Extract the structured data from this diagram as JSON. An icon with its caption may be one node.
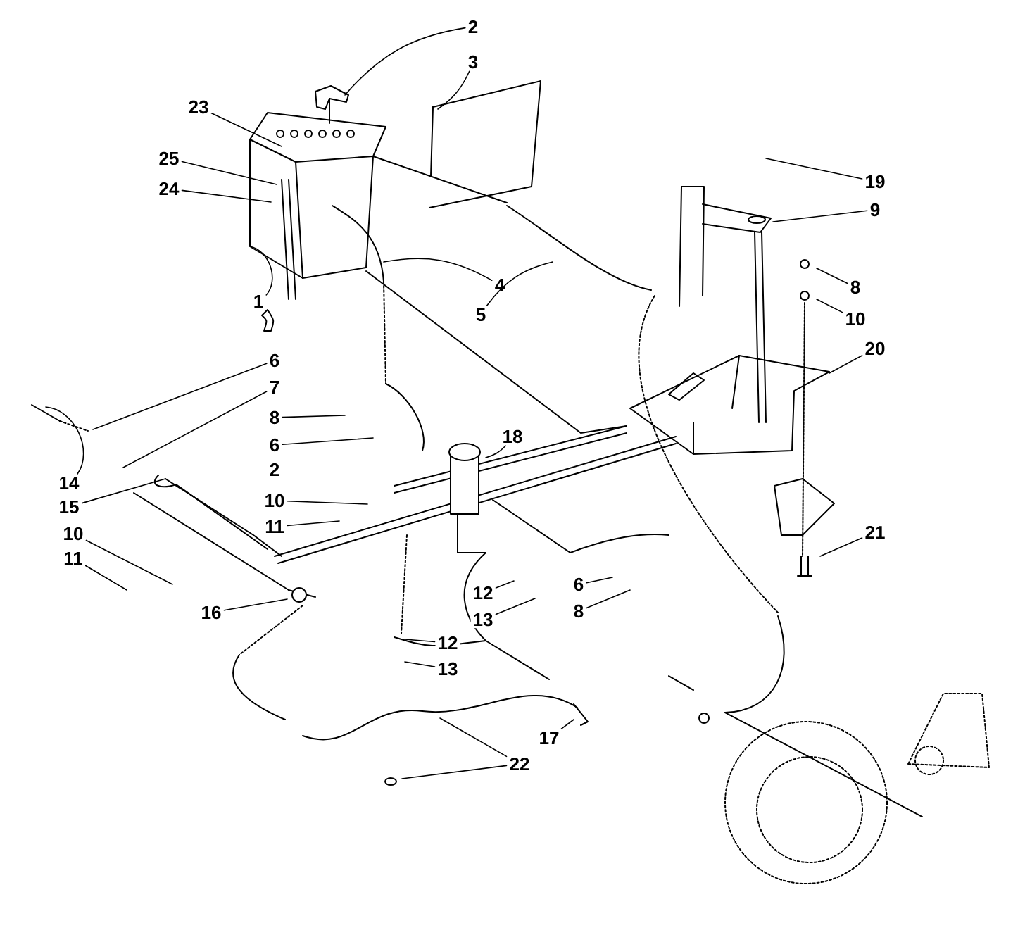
{
  "diagram": {
    "nodes": [
      {
        "text": [
          "2"
        ]
      },
      {
        "text": [
          "3"
        ]
      },
      {
        "text": [
          "23"
        ]
      },
      {
        "text": [
          "25"
        ]
      },
      {
        "text": [
          "19"
        ]
      },
      {
        "text": [
          "24"
        ]
      },
      {
        "text": [
          "9"
        ]
      },
      {
        "text": [
          "4"
        ]
      },
      {
        "text": [
          "8"
        ]
      },
      {
        "text": [
          "1"
        ]
      },
      {
        "text": [
          "5"
        ]
      },
      {
        "text": [
          "10"
        ]
      },
      {
        "text": [
          "20"
        ]
      },
      {
        "text": [
          "6"
        ]
      },
      {
        "text": [
          "7"
        ]
      },
      {
        "text": [
          "8"
        ]
      },
      {
        "text": [
          "18"
        ]
      },
      {
        "text": [
          "6"
        ]
      },
      {
        "text": [
          "14"
        ]
      },
      {
        "text": [
          "10"
        ]
      },
      {
        "text": [
          "15"
        ]
      },
      {
        "text": [
          "11"
        ]
      },
      {
        "text": [
          "21"
        ]
      },
      {
        "text": [
          "10"
        ]
      },
      {
        "text": [
          "11"
        ]
      },
      {
        "text": [
          "6"
        ]
      },
      {
        "text": [
          "12"
        ]
      },
      {
        "text": [
          "16"
        ]
      },
      {
        "text": [
          "8"
        ]
      },
      {
        "text": [
          "13"
        ]
      },
      {
        "text": [
          "12"
        ]
      },
      {
        "text": [
          "13"
        ]
      },
      {
        "text": [
          "17"
        ]
      },
      {
        "text": [
          "22"
        ]
      }
    ],
    "edges": [
      {
        "from": 0,
        "to": null,
        "arrow": "none"
      },
      {
        "from": 1,
        "to": null,
        "arrow": "none"
      },
      {
        "from": 2,
        "to": null,
        "arrow": "none"
      },
      {
        "from": 3,
        "to": null,
        "arrow": "none"
      },
      {
        "from": 4,
        "to": null,
        "arrow": "none"
      },
      {
        "from": 5,
        "to": null,
        "arrow": "none"
      },
      {
        "from": 6,
        "to": null,
        "arrow": "none"
      },
      {
        "from": 7,
        "to": null,
        "arrow": "none"
      },
      {
        "from": 8,
        "to": null,
        "arrow": "none"
      },
      {
        "from": 9,
        "to": null,
        "arrow": "none"
      },
      {
        "from": 10,
        "to": null,
        "arrow": "none"
      },
      {
        "from": 11,
        "to": null,
        "arrow": "none"
      },
      {
        "from": 12,
        "to": null,
        "arrow": "none"
      },
      {
        "from": 13,
        "to": null,
        "arrow": "none"
      },
      {
        "from": 14,
        "to": null,
        "arrow": "none"
      },
      {
        "from": 15,
        "to": null,
        "arrow": "none"
      },
      {
        "from": 16,
        "to": null,
        "arrow": "none"
      },
      {
        "from": 17,
        "to": null,
        "arrow": "none"
      },
      {
        "from": 18,
        "to": null,
        "arrow": "none"
      },
      {
        "from": 19,
        "to": null,
        "arrow": "none"
      },
      {
        "from": 20,
        "to": null,
        "arrow": "none"
      },
      {
        "from": 21,
        "to": null,
        "arrow": "none"
      },
      {
        "from": 22,
        "to": null,
        "arrow": "none"
      },
      {
        "from": 23,
        "to": null,
        "arrow": "none"
      },
      {
        "from": 24,
        "to": null,
        "arrow": "none"
      },
      {
        "from": 25,
        "to": null,
        "arrow": "none"
      },
      {
        "from": 26,
        "to": null,
        "arrow": "none"
      },
      {
        "from": 27,
        "to": null,
        "arrow": "none"
      },
      {
        "from": 28,
        "to": null,
        "arrow": "none"
      },
      {
        "from": 29,
        "to": null,
        "arrow": "none"
      },
      {
        "from": 30,
        "to": null,
        "arrow": "none"
      },
      {
        "from": 31,
        "to": null,
        "arrow": "none"
      },
      {
        "from": 32,
        "to": null,
        "arrow": "none"
      },
      {
        "from": 33,
        "to": null,
        "arrow": "none"
      },
      {
        "from": 33,
        "to": null,
        "arrow": "none"
      }
    ],
    "labels": [
      "2"
    ]
  }
}
